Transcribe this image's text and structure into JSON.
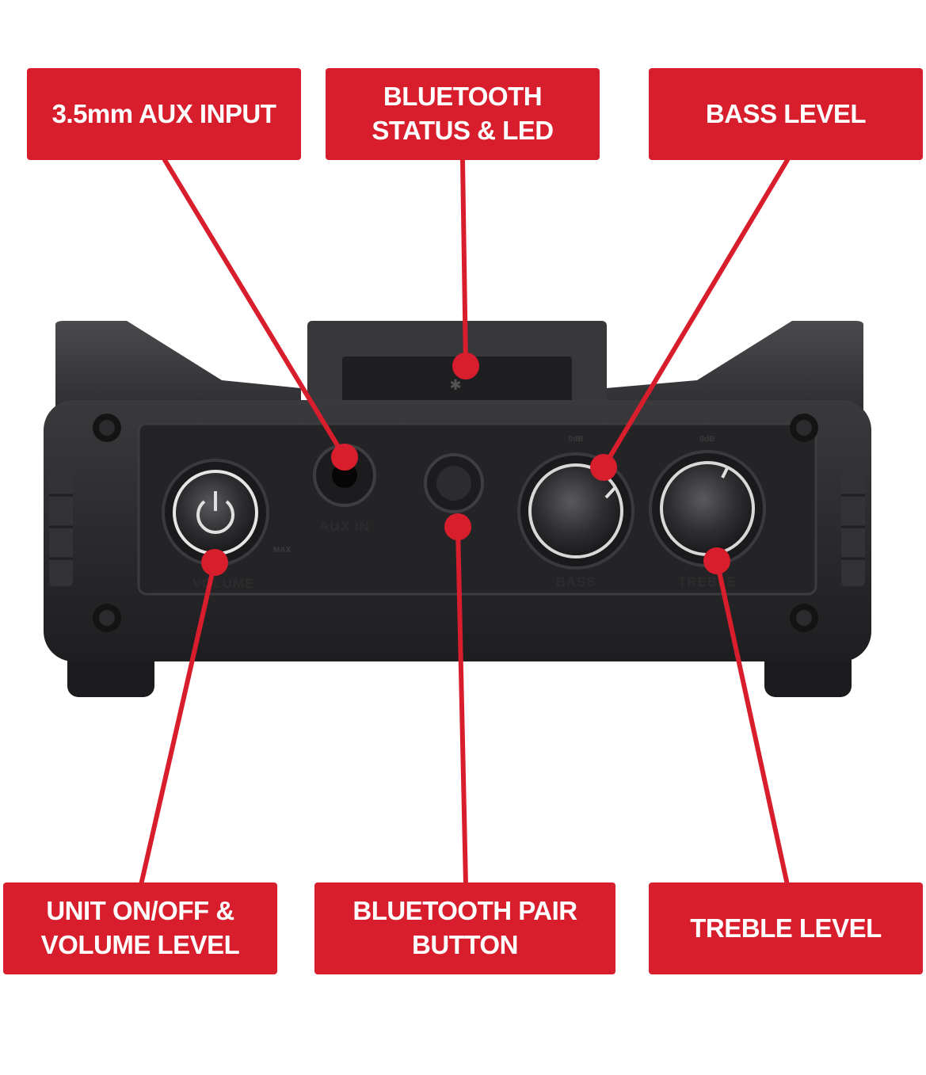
{
  "callouts": {
    "aux_input": "3.5mm AUX INPUT",
    "bluetooth_status": "BLUETOOTH\nSTATUS & LED",
    "bass_level": "BASS LEVEL",
    "power_volume": "UNIT ON/OFF &\nVOLUME LEVEL",
    "bluetooth_pair": "BLUETOOTH PAIR\nBUTTON",
    "treble_level": "TREBLE LEVEL"
  },
  "device_labels": {
    "volume": "VOLUME",
    "volume_max": "MAX",
    "aux_in": "AUX IN",
    "bass": "BASS",
    "treble": "TREBLE",
    "bass_db": "0dB",
    "treble_db": "0dB"
  },
  "colors": {
    "accent": "#d81e2c",
    "device_body": "#2a2a2c",
    "background": "#ffffff"
  }
}
